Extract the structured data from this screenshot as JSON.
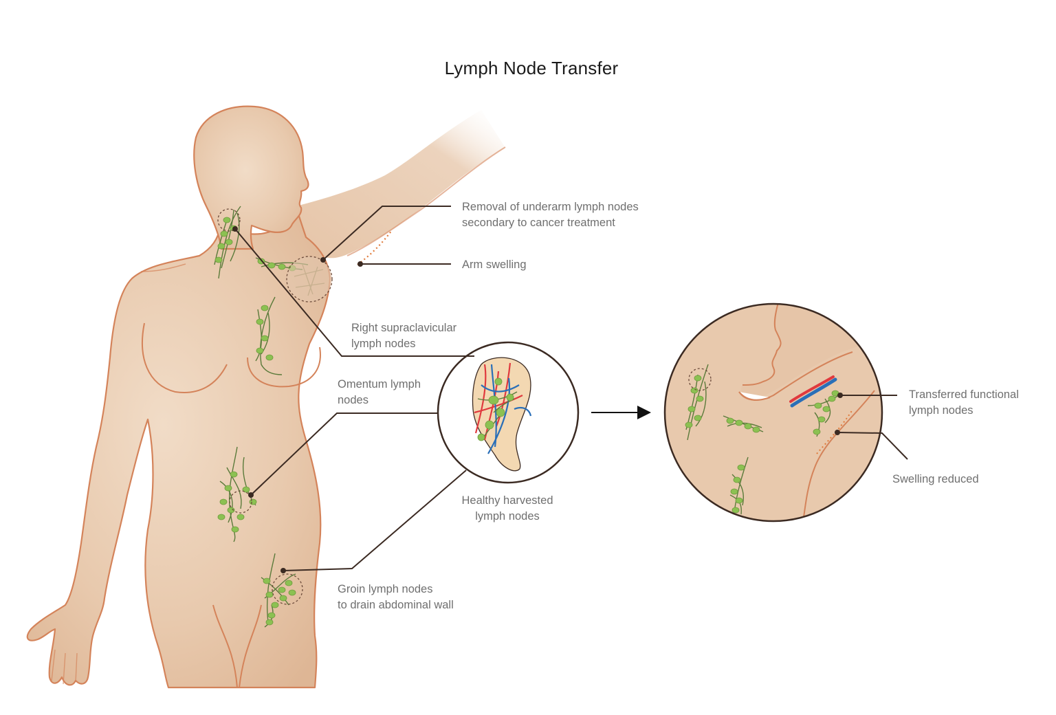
{
  "title": "Lymph Node Transfer",
  "labels": {
    "underarm_removal": [
      "Removal of underarm lymph nodes",
      "secondary to cancer treatment"
    ],
    "arm_swelling": [
      "Arm swelling"
    ],
    "supraclavicular": [
      "Right supraclavicular",
      "lymph nodes"
    ],
    "omentum": [
      "Omentum lymph",
      "nodes"
    ],
    "harvested": [
      "Healthy harvested",
      "lymph nodes"
    ],
    "groin": [
      "Groin lymph nodes",
      "to drain abdominal wall"
    ],
    "transferred": [
      "Transferred functional",
      "lymph nodes"
    ],
    "swelling_reduced": [
      "Swelling reduced"
    ]
  },
  "colors": {
    "skin_fill": "#e8c9ad",
    "skin_outline": "#d4835a",
    "lymph_green": "#8cc152",
    "lymph_line": "#5a7a3a",
    "leader_line": "#3b2a22",
    "artery": "#e0393e",
    "vein": "#2a6fb8",
    "swelling_dots": "#e07a3a"
  }
}
